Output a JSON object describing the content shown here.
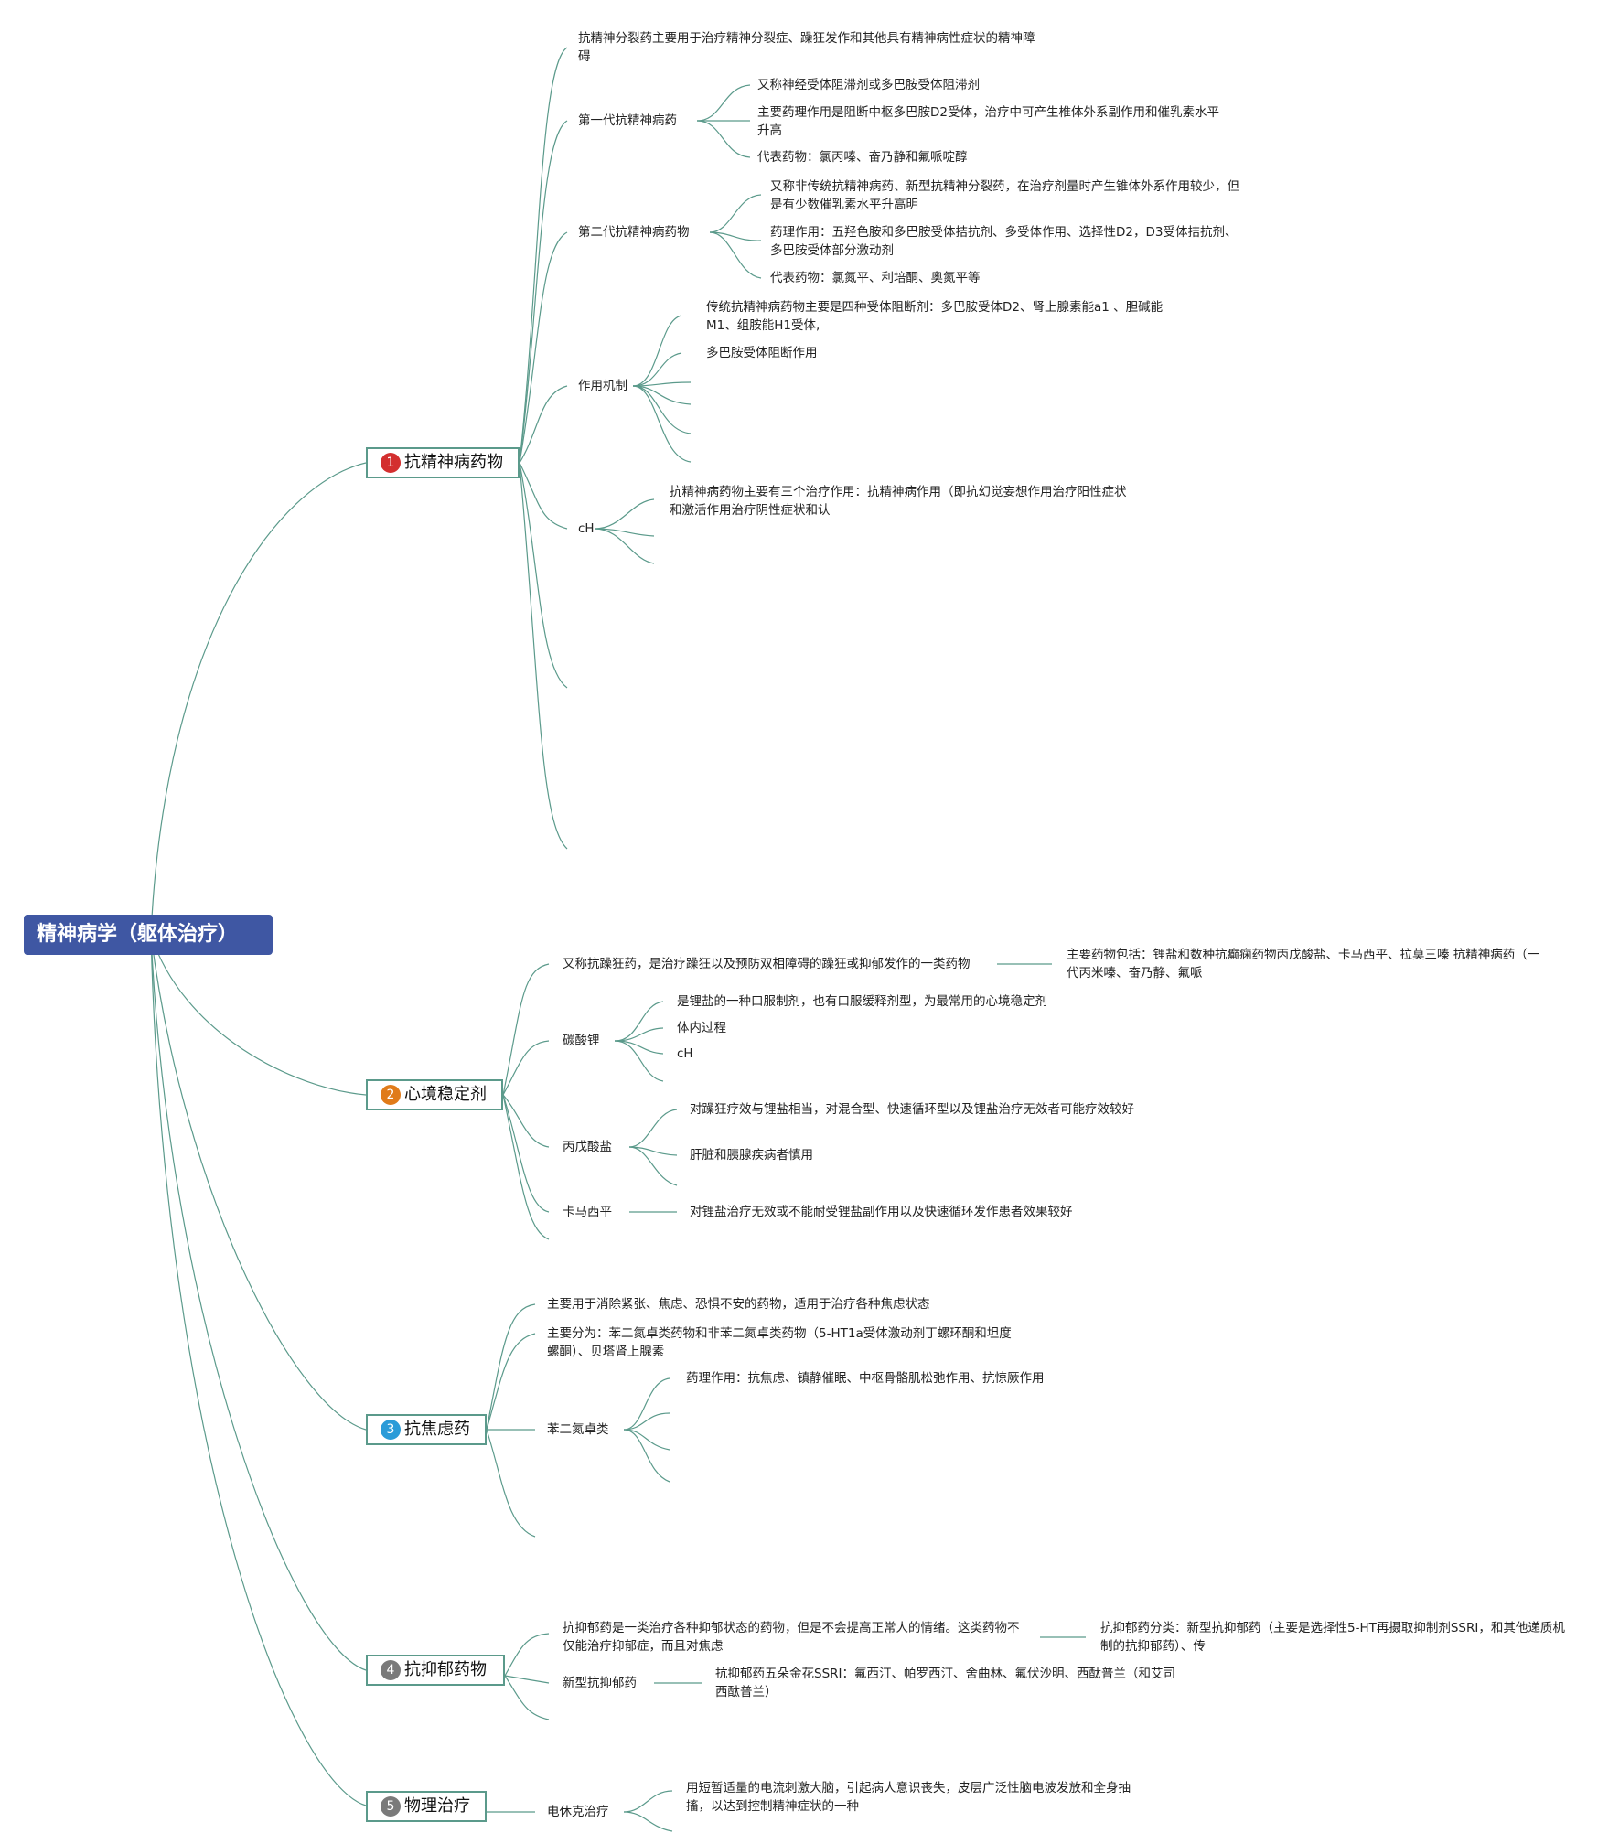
{
  "root": "精神病学（躯体治疗）",
  "colors": {
    "root_bg": "#3f57a3",
    "line": "#5b9a8b",
    "b1": "#d32f2f",
    "b2": "#e07b1a",
    "b3": "#2a9bd8",
    "b4": "#7a7a7a",
    "b5": "#7a7a7a"
  },
  "b1": {
    "num": "1",
    "label": "抗精神病药物",
    "n_intro": "抗精神分裂药主要用于治疗精神分裂症、躁狂发作和其他具有精神病性症状的精神障碍",
    "n_gen1": "第一代抗精神病药",
    "n_gen1_a": "又称神经受体阻滞剂或多巴胺受体阻滞剂",
    "n_gen1_b": "主要药理作用是阻断中枢多巴胺D2受体，治疗中可产生椎体外系副作用和催乳素水平升高",
    "n_gen1_c": "代表药物：氯丙嗪、奋乃静和氟哌啶醇",
    "n_gen2": "第二代抗精神病药物",
    "n_gen2_a": "又称非传统抗精神病药、新型抗精神分裂药，在治疗剂量时产生锥体外系作用较少，但是有少数催乳素水平升高明",
    "n_gen2_b": "药理作用：五羟色胺和多巴胺受体拮抗剂、多受体作用、选择性D2，D3受体拮抗剂、多巴胺受体部分激动剂",
    "n_gen2_c": "代表药物：氯氮平、利培酮、奥氮平等",
    "n_mech": "作用机制",
    "n_mech_a": "传统抗精神病药物主要是四种受体阻断剂：多巴胺受体D2、肾上腺素能a1 、胆碱能M1、组胺能H1受体,",
    "n_mech_b": "多巴胺受体阻断作用",
    "n_ch": "cH",
    "n_ch_a": "抗精神病药物主要有三个治疗作用：抗精神病作用（即抗幻觉妄想作用治疗阳性症状和激活作用治疗阴性症状和认"
  },
  "b2": {
    "num": "2",
    "label": "心境稳定剂",
    "n_intro": "又称抗躁狂药，是治疗躁狂以及预防双相障碍的躁狂或抑郁发作的一类药物",
    "n_intro_a": "主要药物包括：锂盐和数种抗癫痫药物丙戊酸盐、卡马西平、拉莫三嗪 抗精神病药（一代丙米嗪、奋乃静、氟哌",
    "n_li": "碳酸锂",
    "n_li_a": "是锂盐的一种口服制剂，也有口服缓释剂型，为最常用的心境稳定剂",
    "n_li_b": "体内过程",
    "n_li_c": "cH",
    "n_vpa": "丙戊酸盐",
    "n_vpa_a": "对躁狂疗效与锂盐相当，对混合型、快速循环型以及锂盐治疗无效者可能疗效较好",
    "n_vpa_b": "肝脏和胰腺疾病者慎用",
    "n_cbz": "卡马西平",
    "n_cbz_a": "对锂盐治疗无效或不能耐受锂盐副作用以及快速循环发作患者效果较好"
  },
  "b3": {
    "num": "3",
    "label": "抗焦虑药",
    "n_a": "主要用于消除紧张、焦虑、恐惧不安的药物，适用于治疗各种焦虑状态",
    "n_b": "主要分为：苯二氮卓类药物和非苯二氮卓类药物（5-HT1a受体激动剂丁螺环酮和坦度螺酮）、贝塔肾上腺素",
    "n_bzd": "苯二氮卓类",
    "n_bzd_a": "药理作用：抗焦虑、镇静催眠、中枢骨骼肌松弛作用、抗惊厥作用"
  },
  "b4": {
    "num": "4",
    "label": "抗抑郁药物",
    "n_intro": "抗抑郁药是一类治疗各种抑郁状态的药物，但是不会提高正常人的情绪。这类药物不仅能治疗抑郁症，而且对焦虑",
    "n_intro_a": "抗抑郁药分类：新型抗抑郁药（主要是选择性5-HT再摄取抑制剂SSRI，和其他递质机制的抗抑郁药）、传",
    "n_new": "新型抗抑郁药",
    "n_new_a": "抗抑郁药五朵金花SSRI：氟西汀、帕罗西汀、舍曲林、氟伏沙明、西酞普兰（和艾司西酞普兰）"
  },
  "b5": {
    "num": "5",
    "label": "物理治疗",
    "n_ect": "电休克治疗",
    "n_ect_a": "用短暂适量的电流刺激大脑，引起病人意识丧失，皮层广泛性脑电波发放和全身抽搐，以达到控制精神症状的一种"
  }
}
